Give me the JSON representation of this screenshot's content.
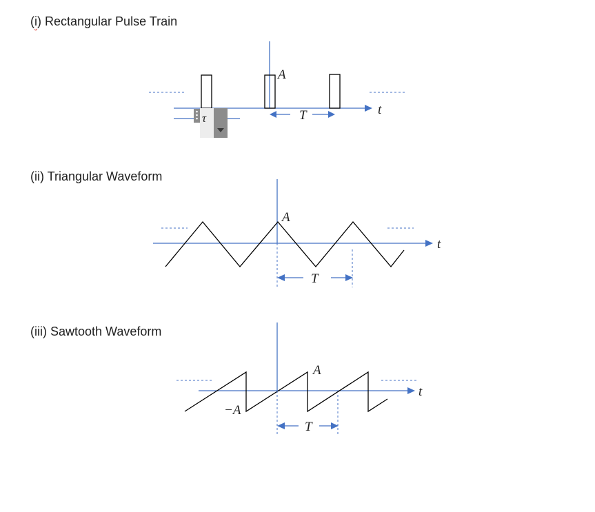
{
  "headings": {
    "rect": {
      "prefix_paren": "(",
      "prefix_i": "i",
      "rest": ") Rectangular Pulse Train"
    },
    "tri": "(ii) Triangular Waveform",
    "saw": "(iii) Sawtooth Waveform"
  },
  "labels": {
    "amplitude": "A",
    "neg_amplitude": "−A",
    "period": "T",
    "pulse_width": "τ",
    "time_axis": "t"
  },
  "colors": {
    "axis": "#4472c4",
    "waveform": "#000000",
    "text": "#1f1f1f",
    "handle_dark": "#8c8c8c",
    "handle_light": "#ededed"
  },
  "icons": {
    "dropdown": "chevron-down-icon",
    "drag": "drag-handle-icon"
  }
}
